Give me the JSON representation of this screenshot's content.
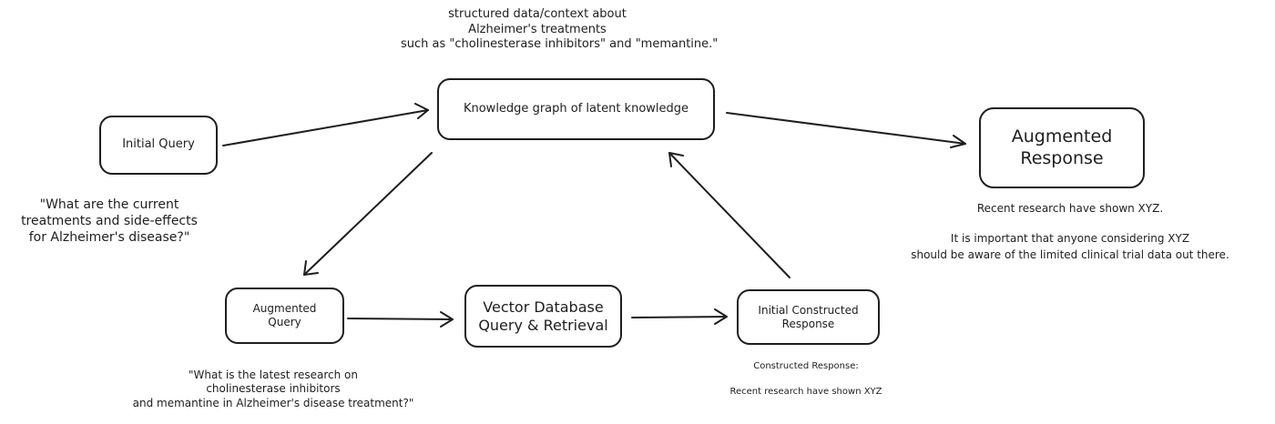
{
  "diagram": {
    "nodes": {
      "initial_query": "Initial Query",
      "knowledge_graph": "Knowledge graph of latent knowledge",
      "augmented_response": [
        "Augmented",
        "Response"
      ],
      "augmented_query": [
        "Augmented",
        "Query"
      ],
      "vector_db": [
        "Vector Database",
        "Query & Retrieval"
      ],
      "initial_constructed_response": [
        "Initial Constructed",
        "Response"
      ]
    },
    "notes": {
      "kg_context": [
        "structured data/context about",
        "Alzheimer's treatments",
        "such as \"cholinesterase inhibitors\" and \"memantine.\""
      ],
      "user_question": [
        "\"What are the current",
        "treatments and side-effects",
        "for Alzheimer's disease?\""
      ],
      "augmented_question": [
        "\"What is the latest research on",
        "cholinesterase inhibitors",
        "and memantine in Alzheimer's disease treatment?\""
      ],
      "constructed_response": [
        "Constructed Response:",
        "",
        "Recent research have shown XYZ"
      ],
      "final_response": [
        "Recent research have shown XYZ.",
        "",
        "It is important that anyone considering XYZ",
        "should be aware of the limited clinical trial data out there."
      ]
    },
    "edges": [
      {
        "from": "initial_query",
        "to": "knowledge_graph"
      },
      {
        "from": "knowledge_graph",
        "to": "augmented_response"
      },
      {
        "from": "knowledge_graph",
        "to": "augmented_query"
      },
      {
        "from": "augmented_query",
        "to": "vector_db"
      },
      {
        "from": "vector_db",
        "to": "initial_constructed_response"
      },
      {
        "from": "initial_constructed_response",
        "to": "knowledge_graph"
      }
    ],
    "colors": {
      "stroke": "#1e1e1e",
      "background": "#ffffff"
    }
  }
}
